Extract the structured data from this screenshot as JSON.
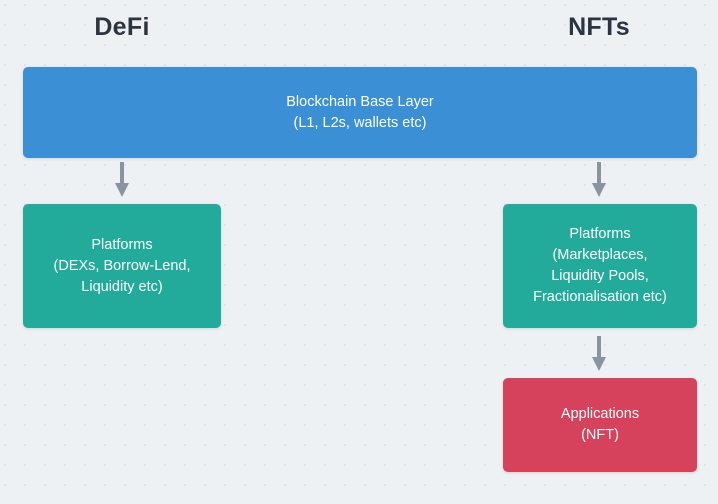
{
  "diagram": {
    "title_defi": "DeFi",
    "title_nfts": "NFTs",
    "colors": {
      "background": "#eef1f4",
      "dot_grid": "#dde2e8",
      "base_layer": "#3b8fd4",
      "platforms": "#22ab9a",
      "applications": "#d6415c",
      "heading_text": "#2b3440",
      "node_text": "#ffffff",
      "arrow": "#8a949e"
    },
    "nodes": {
      "base_layer": {
        "lines": [
          "Blockchain Base Layer",
          "(L1, L2s, wallets etc)"
        ]
      },
      "defi_platforms": {
        "lines": [
          "Platforms",
          "(DEXs, Borrow-Lend,",
          "Liquidity etc)"
        ]
      },
      "nft_platforms": {
        "lines": [
          "Platforms",
          "(Marketplaces,",
          "Liquidity Pools,",
          "Fractionalisation etc)"
        ]
      },
      "nft_applications": {
        "lines": [
          "Applications",
          "(NFT)"
        ]
      }
    },
    "arrows": [
      {
        "name": "base-layer-to-defi-platforms"
      },
      {
        "name": "base-layer-to-nft-platforms"
      },
      {
        "name": "nft-platforms-to-nft-applications"
      }
    ]
  }
}
